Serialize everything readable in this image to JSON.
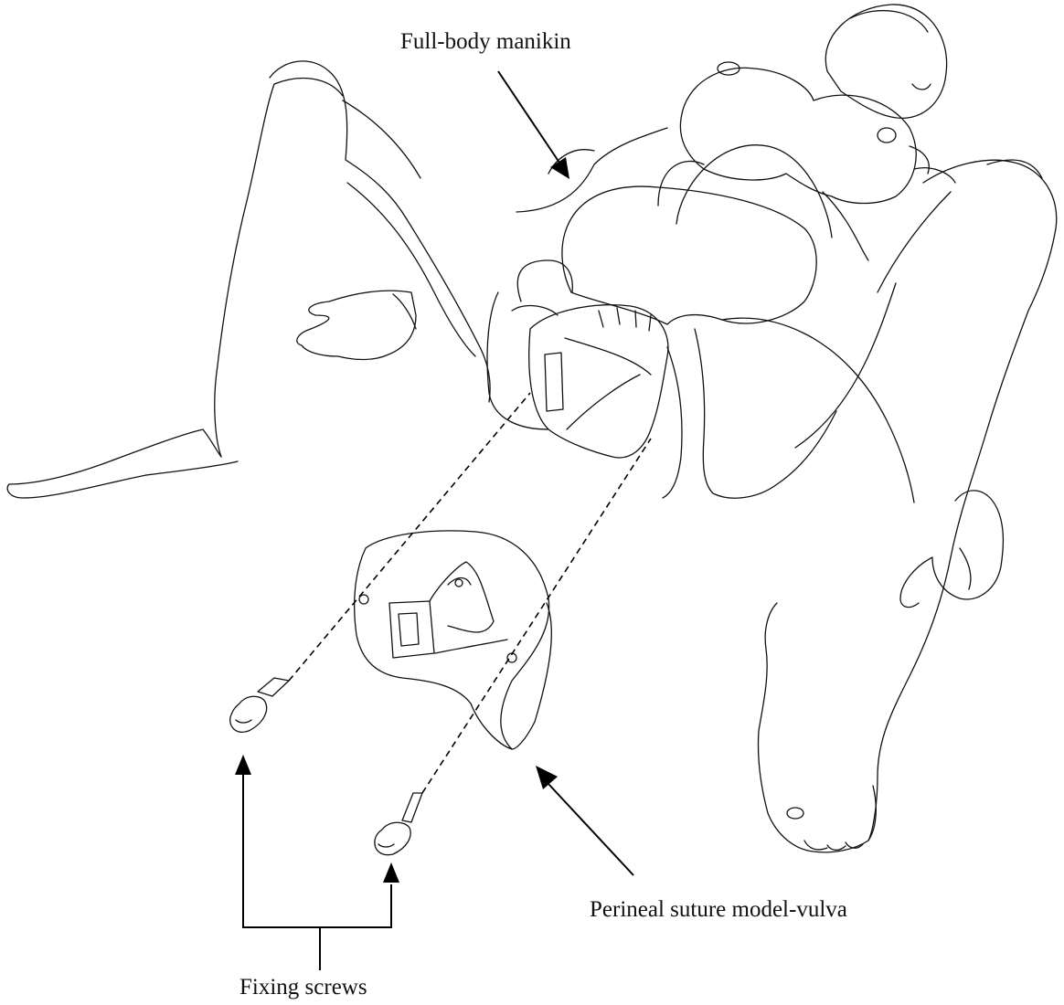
{
  "labels": {
    "full_body_manikin": "Full-body manikin",
    "perineal_model": "Perineal suture model-vulva",
    "fixing_screws": "Fixing screws"
  },
  "colors": {
    "line": "#111111",
    "background": "#ffffff"
  }
}
